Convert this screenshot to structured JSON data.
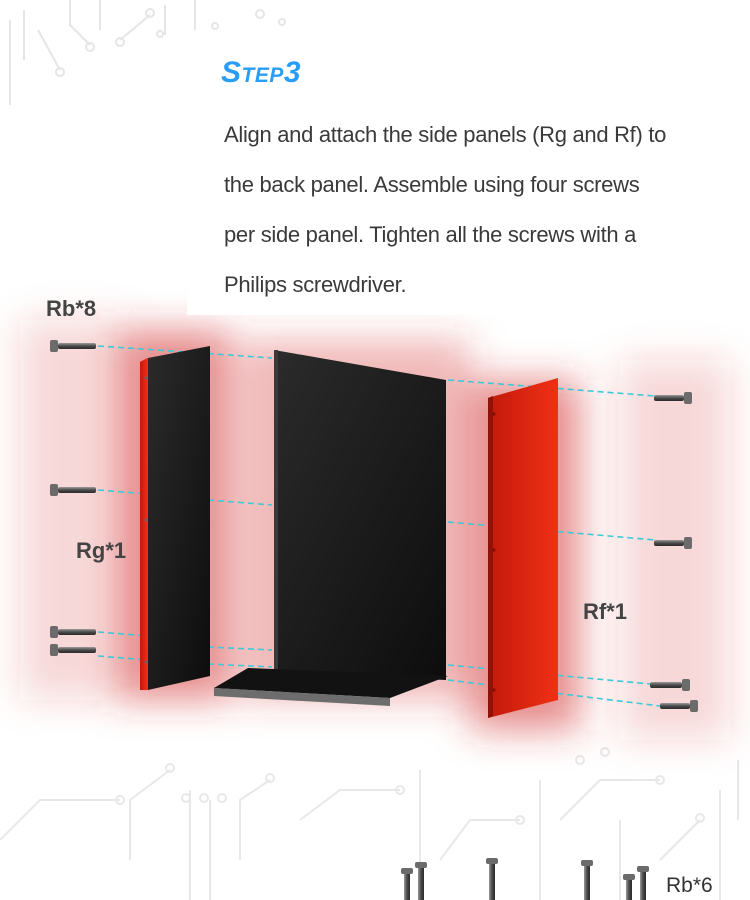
{
  "step": {
    "title": "Step3"
  },
  "instructions": {
    "line1": "Align and attach the side panels (Rg and Rf) to",
    "line2": "the back panel. Assemble using four screws",
    "line3": "per side panel. Tighten all the screws with a",
    "line4": "Philips screwdriver."
  },
  "labels": {
    "rb8": "Rb*8",
    "rg1": "Rg*1",
    "rf1": "Rf*1",
    "rb6": "Rb*6"
  },
  "colors": {
    "accent_title": "#2a9df4",
    "panel_red": "#e02a10",
    "panel_black": "#151515",
    "guide_line": "#3cc9d8",
    "glow": "#c41a1a"
  }
}
